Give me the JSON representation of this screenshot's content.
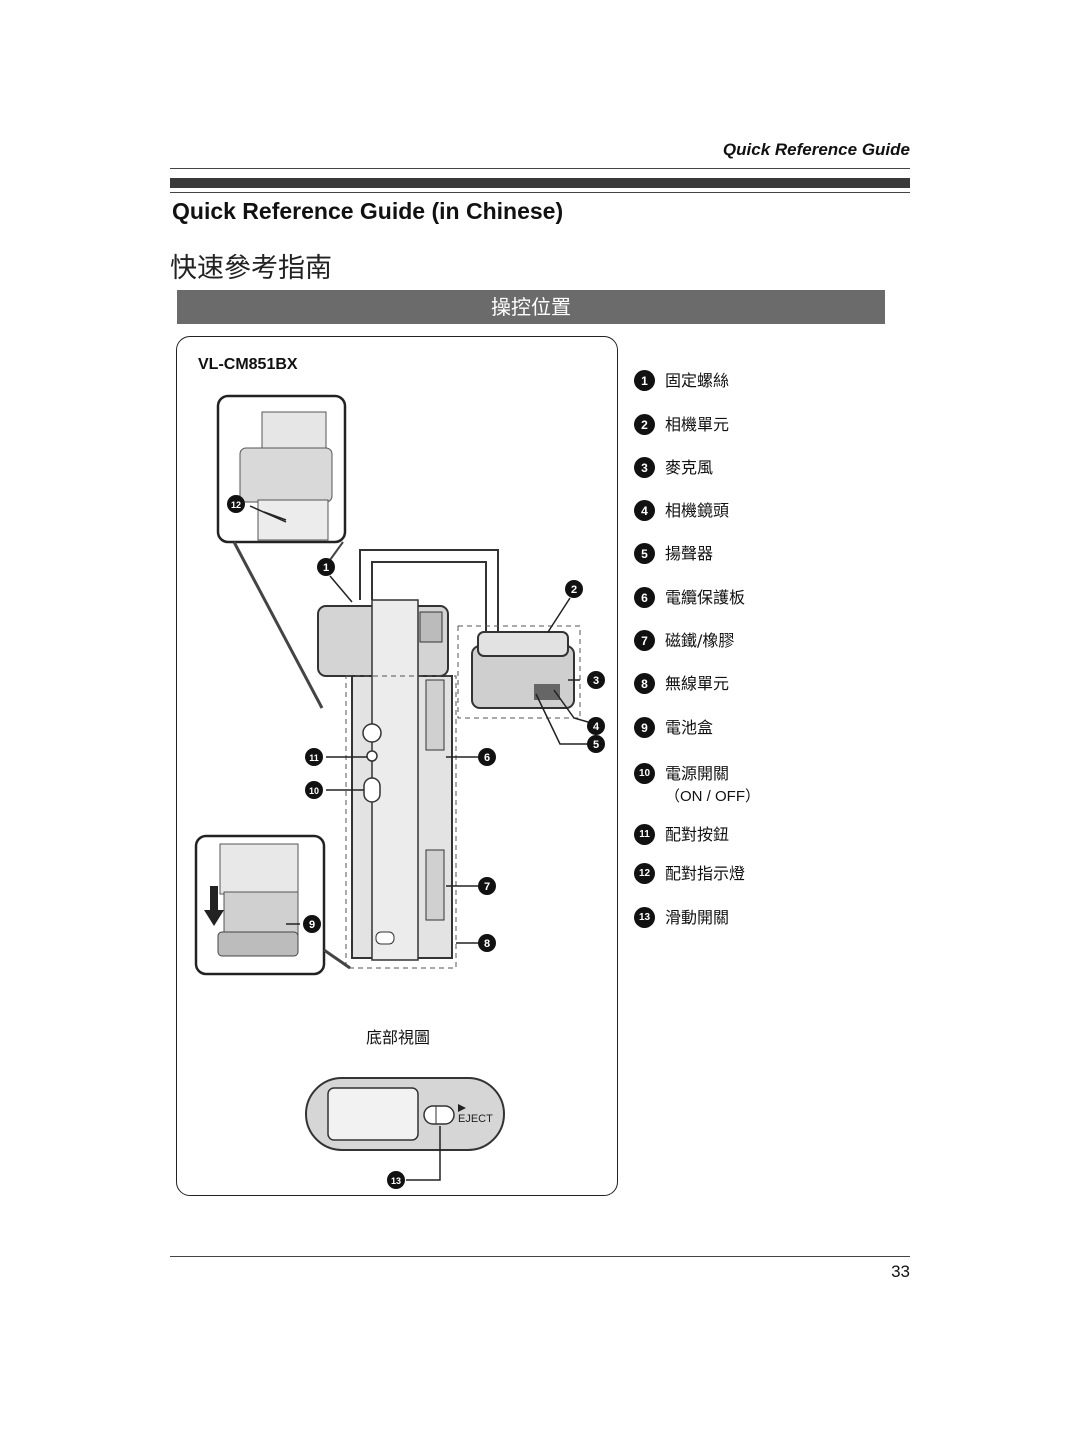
{
  "header": {
    "running_title": "Quick Reference Guide"
  },
  "title": {
    "english": "Quick Reference Guide (in Chinese)",
    "chinese": "快速參考指南"
  },
  "section": {
    "heading": "操控位置"
  },
  "diagram": {
    "model": "VL-CM851BX",
    "bottom_view_label": "底部視圖",
    "eject_label": "EJECT",
    "callouts": [
      "1",
      "2",
      "3",
      "4",
      "5",
      "6",
      "7",
      "8",
      "9",
      "10",
      "11",
      "12",
      "13"
    ]
  },
  "legend": [
    {
      "num": "1",
      "label": "固定螺絲"
    },
    {
      "num": "2",
      "label": "相機單元"
    },
    {
      "num": "3",
      "label": "麥克風"
    },
    {
      "num": "4",
      "label": "相機鏡頭"
    },
    {
      "num": "5",
      "label": "揚聲器"
    },
    {
      "num": "6",
      "label": "電纜保護板"
    },
    {
      "num": "7",
      "label": "磁鐵/橡膠"
    },
    {
      "num": "8",
      "label": "無線單元"
    },
    {
      "num": "9",
      "label": "電池盒"
    },
    {
      "num": "10",
      "label": "電源開關",
      "sub": "（ON / OFF）"
    },
    {
      "num": "11",
      "label": "配對按鈕"
    },
    {
      "num": "12",
      "label": "配對指示燈"
    },
    {
      "num": "13",
      "label": "滑動開關"
    }
  ],
  "footer": {
    "page_number": "33"
  }
}
